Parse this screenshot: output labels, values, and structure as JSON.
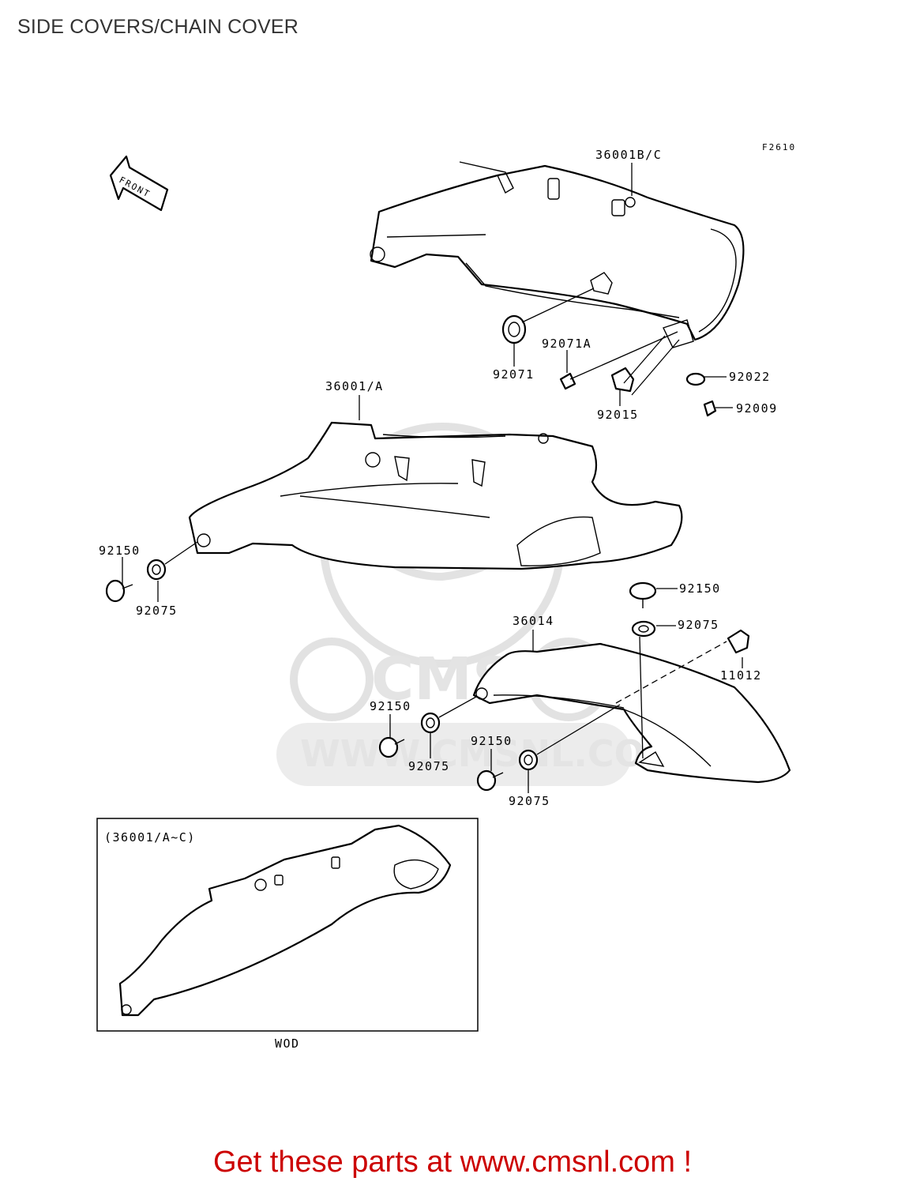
{
  "title": "SIDE COVERS/CHAIN COVER",
  "figure_code": "F2610",
  "front_arrow": "FRONT",
  "watermark": {
    "logo": "CMS",
    "url": "WWW.CMSNL.COM"
  },
  "parts": {
    "p36001bc": "36001B/C",
    "p92071a": "92071A",
    "p92071": "92071",
    "p92022": "92022",
    "p92015": "92015",
    "p92009": "92009",
    "p36001a": "36001/A",
    "p92150_left": "92150",
    "p92075_left": "92075",
    "p92150_right": "92150",
    "p92075_right": "92075",
    "p36014": "36014",
    "p11012": "11012",
    "p92150_mid": "92150",
    "p92075_mid": "92075",
    "p92150_low": "92150",
    "p92075_low": "92075"
  },
  "inset": {
    "label": "(36001/A~C)",
    "caption": "WOD"
  },
  "footer": "Get these parts at www.cmsnl.com !"
}
